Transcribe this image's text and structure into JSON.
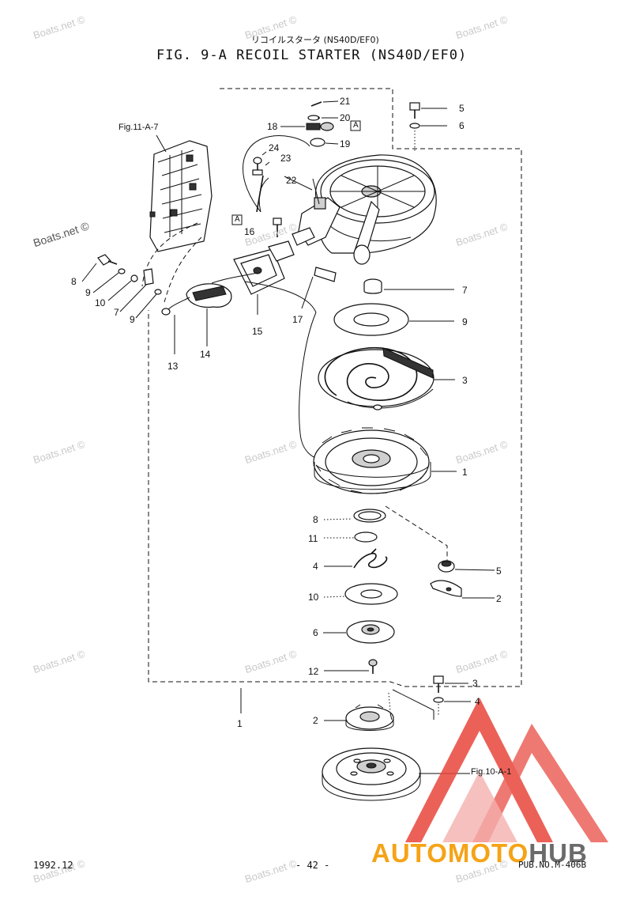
{
  "header": {
    "title_jp": "リコイルスタータ (NS40D/EF0)",
    "title_en": "FIG.  9-A RECOIL STARTER (NS40D/EF0)"
  },
  "refs": {
    "fig11": "Fig.11-A-7",
    "fig10": "Fig.10-A-1",
    "box_label": "A"
  },
  "callouts": {
    "n21": "21",
    "n20": "20",
    "n18": "18",
    "n19": "19",
    "n24": "24",
    "n23": "23",
    "n22": "22",
    "n16": "16",
    "n5a": "5",
    "n6a": "6",
    "n8a": "8",
    "n9a": "9",
    "n10a": "10",
    "n7a": "7",
    "n9b": "9",
    "n13": "13",
    "n14": "14",
    "n15": "15",
    "n17": "17",
    "n7b": "7",
    "n9c": "9",
    "n3a": "3",
    "n1a": "1",
    "n8b": "8",
    "n11": "11",
    "n4a": "4",
    "n5b": "5",
    "n10b": "10",
    "n2a": "2",
    "n6b": "6",
    "n12": "12",
    "n3b": "3",
    "n4b": "4",
    "n1b": "1",
    "n2b": "2"
  },
  "footer": {
    "date": "1992.12",
    "page": "- 42 -",
    "pub": "PUB.NO.M-406B"
  },
  "watermark": {
    "text": "Boats.net ©"
  },
  "brand": {
    "part1": "AUTOMOTO",
    "part2": "HUB",
    "color_primary": "#f5a316",
    "color_secondary": "#e8463c",
    "color_dark": "#6b6b6b",
    "triangle_color": "#e8463c"
  }
}
